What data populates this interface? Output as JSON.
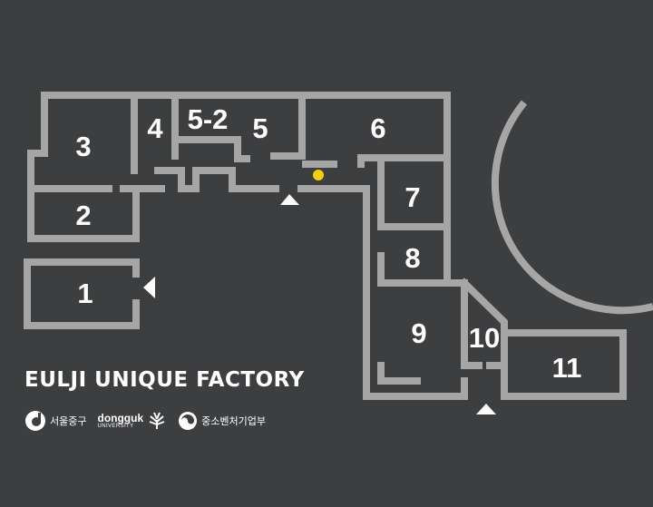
{
  "map": {
    "rooms": [
      {
        "id": "1",
        "label": "1"
      },
      {
        "id": "2",
        "label": "2"
      },
      {
        "id": "3",
        "label": "3"
      },
      {
        "id": "4",
        "label": "4"
      },
      {
        "id": "5-2",
        "label": "5-2"
      },
      {
        "id": "5",
        "label": "5"
      },
      {
        "id": "6",
        "label": "6"
      },
      {
        "id": "7",
        "label": "7"
      },
      {
        "id": "8",
        "label": "8"
      },
      {
        "id": "9",
        "label": "9"
      },
      {
        "id": "10",
        "label": "10"
      },
      {
        "id": "11",
        "label": "11"
      }
    ],
    "entrance_markers": [
      "entrance-room-1",
      "entrance-center",
      "entrance-bottom"
    ],
    "current_location_color": "#f5cf0f",
    "wall_color": "#a6a6a6",
    "background_color": "#3d3e40"
  },
  "branding": {
    "title": "EULJI UNIQUE FACTORY",
    "logos": [
      {
        "name": "junggu-logo",
        "text": "서울중구"
      },
      {
        "name": "dongguk-logo",
        "text": "dongguk",
        "subtext": "UNIVERSITY"
      },
      {
        "name": "mss-logo",
        "text": "중소벤처기업부"
      }
    ]
  }
}
